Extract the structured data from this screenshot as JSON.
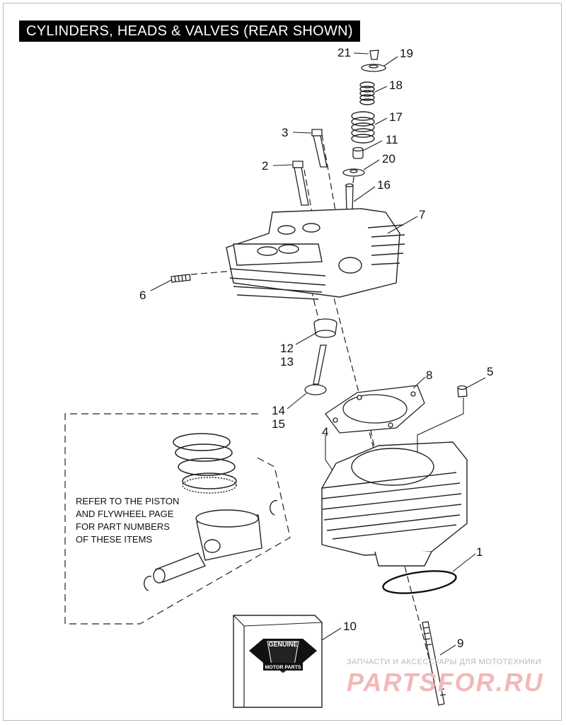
{
  "title": "CYLINDERS, HEADS & VALVES (REAR SHOWN)",
  "callouts": {
    "c1": "1",
    "c2": "2",
    "c3": "3",
    "c4": "4",
    "c5": "5",
    "c6": "6",
    "c7": "7",
    "c8": "8",
    "c9": "9",
    "c10": "10",
    "c11": "11",
    "c12": "12",
    "c13": "13",
    "c14": "14",
    "c15": "15",
    "c16": "16",
    "c17": "17",
    "c18": "18",
    "c19": "19",
    "c20": "20",
    "c21": "21"
  },
  "note_lines": [
    "REFER TO THE PISTON",
    "AND FLYWHEEL PAGE",
    "FOR PART NUMBERS",
    "OF THESE ITEMS"
  ],
  "logo": {
    "top": "GENUINE",
    "bottom": "MOTOR PARTS"
  },
  "watermark": {
    "line1": "ЗАПЧАСТИ И АКСЕССУАРЫ ДЛЯ МОТОТЕХНИКИ",
    "brand": "PARTSFOR.RU"
  }
}
